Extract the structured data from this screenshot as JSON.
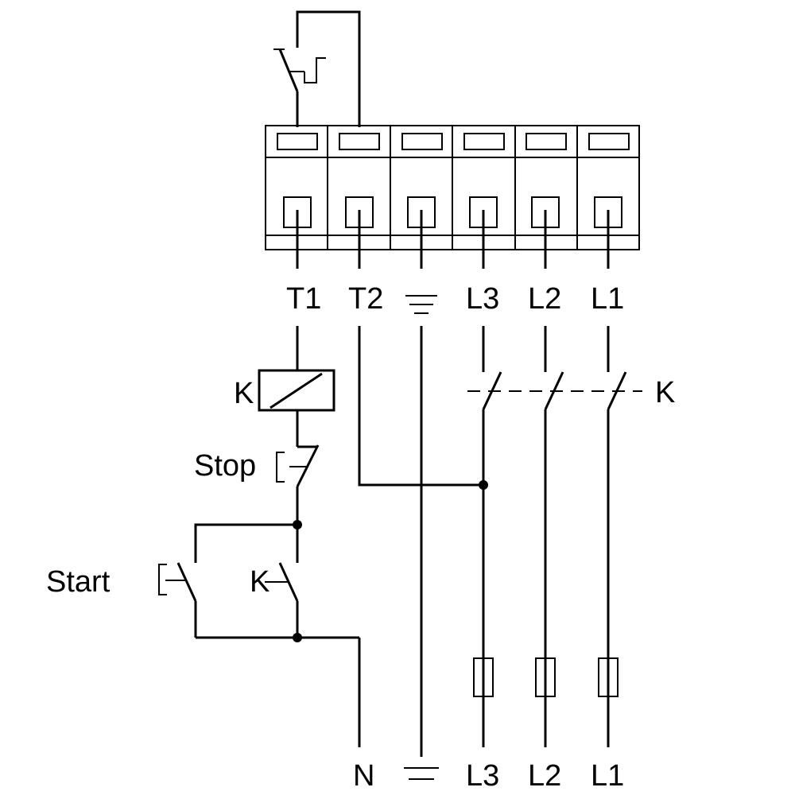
{
  "terminal_labels": [
    "T1",
    "T2",
    "L3",
    "L2",
    "L1"
  ],
  "contactor_coil_label": "K",
  "main_contacts_label": "K",
  "stop_label": "Stop",
  "start_label": "Start",
  "hold_contact_label": "K",
  "supply_labels": [
    "N",
    "L3",
    "L2",
    "L1"
  ],
  "icons": {
    "ground": "ground-icon",
    "thermal_switch": "thermal-switch-icon",
    "fuse": "fuse-icon"
  }
}
